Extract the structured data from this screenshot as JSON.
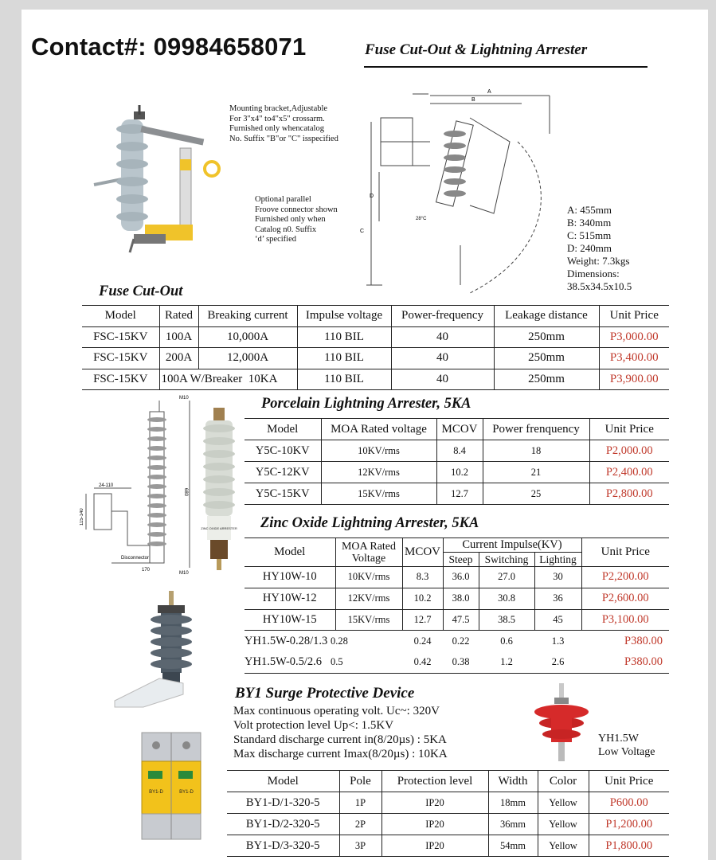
{
  "header": {
    "contact": "Contact#: 09984658071",
    "title": "Fuse Cut-Out & Lightning Arrester"
  },
  "fuse_diagram": {
    "note_top": "Mounting bracket,Adjustable\nFor 3\"x4\" to4\"x5\" crossarm.\nFurnished only whencatalog\nNo. Suffix \"B\"or \"C\" isspecified",
    "note_mid": "Optional parallel\nFroove connector shown\nFurnished only when\nCatalog n0. Suffix\n‘d’ specified",
    "dim_labels": [
      "A",
      "B",
      "C",
      "D",
      "28°C"
    ],
    "specs": [
      "A: 455mm",
      "B: 340mm",
      "C: 515mm",
      "D: 240mm",
      "Weight: 7.3kgs",
      "Dimensions:",
      "38.5x34.5x10.5"
    ]
  },
  "fuse_cutout": {
    "title": "Fuse Cut-Out",
    "columns": [
      "Model",
      "Rated",
      "Breaking current",
      "Impulse voltage",
      "Power-frequency",
      "Leakage distance",
      "Unit Price"
    ],
    "rows": [
      {
        "model": "FSC-15KV",
        "rated": "100A",
        "breaking": "10,000A",
        "impulse": "110 BIL",
        "power": "40",
        "leakage": "250mm",
        "price": "P3,000.00"
      },
      {
        "model": "FSC-15KV",
        "rated": "200A",
        "breaking": "12,000A",
        "impulse": "110 BIL",
        "power": "40",
        "leakage": "250mm",
        "price": "P3,400.00"
      },
      {
        "model": "FSC-15KV",
        "rated": "100A W/Breaker",
        "breaking": "10KA",
        "impulse": "110 BIL",
        "power": "40",
        "leakage": "250mm",
        "price": "P3,900.00"
      }
    ]
  },
  "arrester_diagram": {
    "labels": [
      "M10",
      "24-110",
      "115-140",
      "680",
      "Disconnector",
      "170",
      "M10"
    ],
    "product_text": "ZINC OXIDE ARRESTER"
  },
  "porcelain": {
    "title": "Porcelain Lightning Arrester, 5KA",
    "columns": [
      "Model",
      "MOA Rated voltage",
      "MCOV",
      "Power frenquency",
      "Unit Price"
    ],
    "rows": [
      {
        "model": "Y5C-10KV",
        "moa": "10KV/rms",
        "mcov": "8.4",
        "power": "18",
        "price": "P2,000.00"
      },
      {
        "model": "Y5C-12KV",
        "moa": "12KV/rms",
        "mcov": "10.2",
        "power": "21",
        "price": "P2,400.00"
      },
      {
        "model": "Y5C-15KV",
        "moa": "15KV/rms",
        "mcov": "12.7",
        "power": "25",
        "price": "P2,800.00"
      }
    ]
  },
  "zinc": {
    "title": "Zinc Oxide Lightning Arrester, 5KA",
    "columns": {
      "model": "Model",
      "moa": "MOA Rated Voltage",
      "mcov": "MCOV",
      "impulse": "Current Impulse(KV)",
      "steep": "Steep",
      "switching": "Switching",
      "lighting": "Lighting",
      "price": "Unit Price"
    },
    "rows": [
      {
        "model": "HY10W-10",
        "moa": "10KV/rms",
        "mcov": "8.3",
        "steep": "36.0",
        "switching": "27.0",
        "lighting": "30",
        "price": "P2,200.00"
      },
      {
        "model": "HY10W-12",
        "moa": "12KV/rms",
        "mcov": "10.2",
        "steep": "38.0",
        "switching": "30.8",
        "lighting": "36",
        "price": "P2,600.00"
      },
      {
        "model": "HY10W-15",
        "moa": "15KV/rms",
        "mcov": "12.7",
        "steep": "47.5",
        "switching": "38.5",
        "lighting": "45",
        "price": "P3,100.00"
      },
      {
        "model": "YH1.5W-0.28/1.3",
        "moa": "0.28",
        "mcov": "0.24",
        "steep": "0.22",
        "switching": "0.6",
        "lighting": "1.3",
        "price": "P380.00"
      },
      {
        "model": "YH1.5W-0.5/2.6",
        "moa": "0.5",
        "mcov": "0.42",
        "steep": "0.38",
        "switching": "1.2",
        "lighting": "2.6",
        "price": "P380.00"
      }
    ]
  },
  "spd": {
    "title": "BY1 Surge Protective Device",
    "specs": [
      "Max continuous operating volt. Uc~: 320V",
      "Volt protection level Up<: 1.5KV",
      "Standard discharge current in(8/20µs) : 5KA",
      "Max discharge current Imax(8/20µs) : 10KA"
    ],
    "yh_label_1": "YH1.5W",
    "yh_label_2": "Low Voltage",
    "module_text": "BY1-D",
    "columns": [
      "Model",
      "Pole",
      "Protection level",
      "Width",
      "Color",
      "Unit Price"
    ],
    "rows": [
      {
        "model": "BY1-D/1-320-5",
        "pole": "1P",
        "level": "IP20",
        "width": "18mm",
        "color": "Yellow",
        "price": "P600.00"
      },
      {
        "model": "BY1-D/2-320-5",
        "pole": "2P",
        "level": "IP20",
        "width": "36mm",
        "color": "Yellow",
        "price": "P1,200.00"
      },
      {
        "model": "BY1-D/3-320-5",
        "pole": "3P",
        "level": "IP20",
        "width": "54mm",
        "color": "Yellow",
        "price": "P1,800.00"
      }
    ]
  },
  "colors": {
    "price": "#c0392b",
    "insulator": "#b9c5cc",
    "arrester_dark": "#5b6670",
    "spd_red": "#d62a2a",
    "spd_yellow": "#f2c21b"
  }
}
